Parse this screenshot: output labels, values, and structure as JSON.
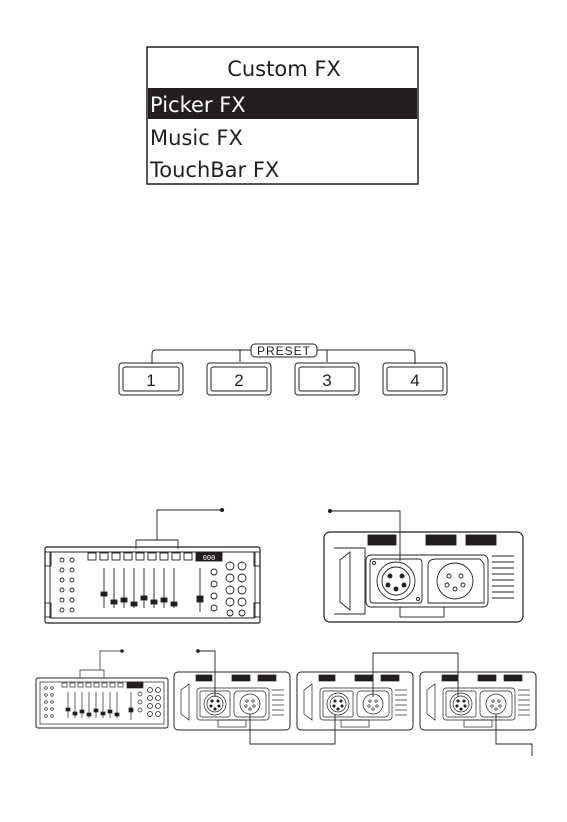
{
  "lcd_menu": {
    "title": "Custom FX",
    "items": [
      {
        "label": "Picker FX",
        "selected": true
      },
      {
        "label": "Music FX",
        "selected": false
      },
      {
        "label": "TouchBar FX",
        "selected": false
      }
    ]
  },
  "preset_panel": {
    "group_label": "PRESET",
    "buttons": [
      "1",
      "2",
      "3",
      "4"
    ]
  },
  "connection_diagram": {
    "controller_display_text": "000",
    "colors": {
      "stroke": "#231f20",
      "highlight_bg": "#231f20",
      "highlight_text": "#ffffff"
    }
  }
}
